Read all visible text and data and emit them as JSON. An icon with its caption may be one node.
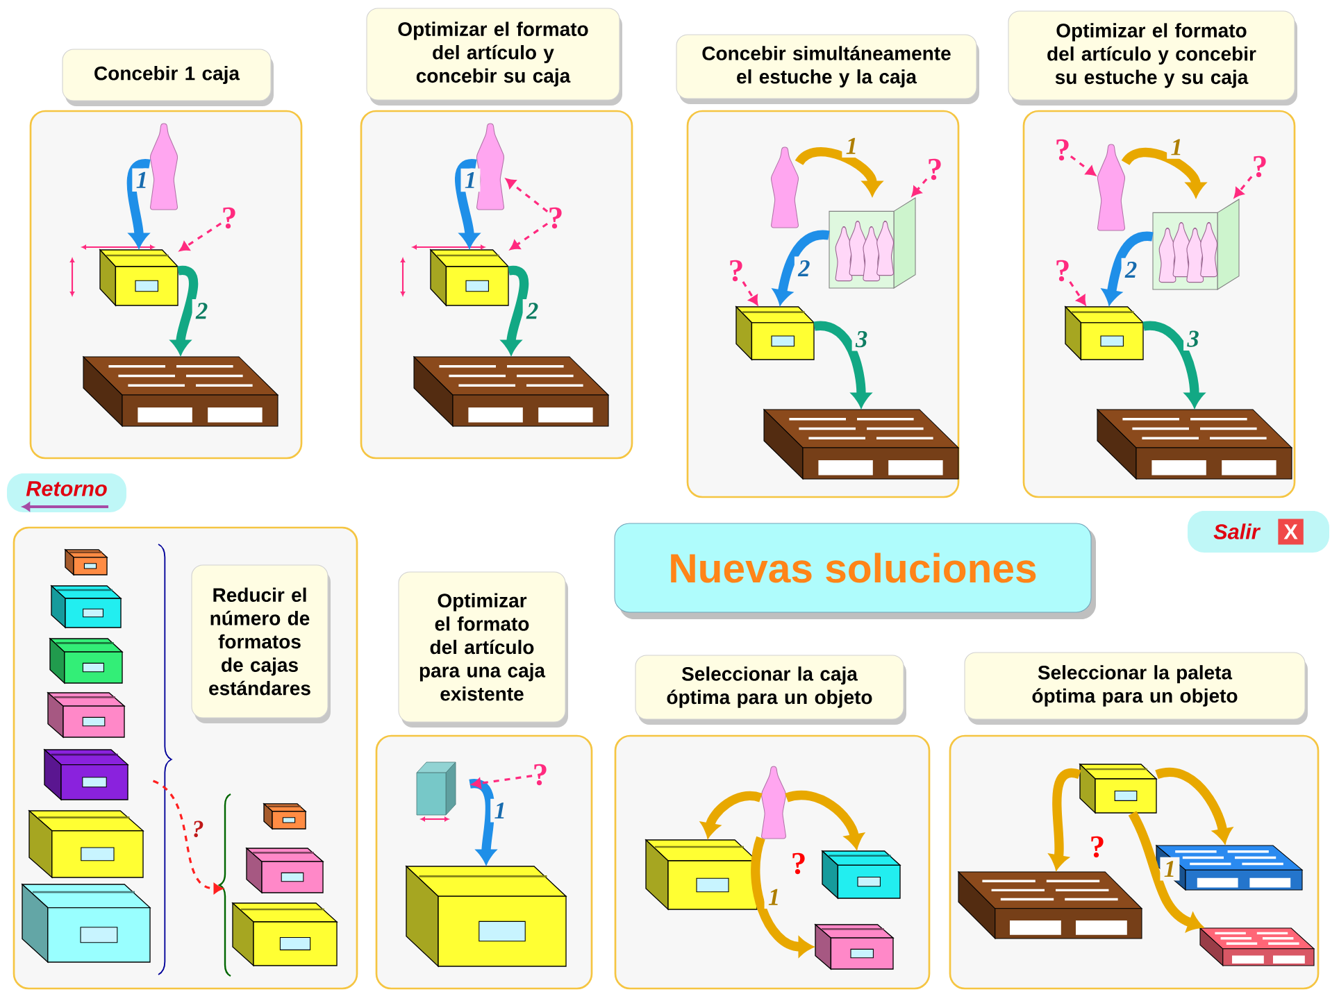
{
  "diagram": {
    "title": "Nuevas soluciones",
    "nodes": [
      {
        "text": [
          "Concebir 1 caja"
        ]
      },
      {
        "text": [],
        "shape": "box"
      },
      {
        "text": [],
        "shape": "picture",
        "in": 1
      },
      {
        "text": [],
        "shape": "picture",
        "in": 1
      },
      {
        "text": [],
        "shape": "picture",
        "in": 1
      },
      {
        "text": [
          "?"
        ],
        "in": 1
      },
      {
        "text": [
          "Optimizar el formato del artículo y concebir su caja"
        ]
      },
      {
        "text": [],
        "shape": "box"
      },
      {
        "text": [],
        "shape": "picture",
        "in": 7
      },
      {
        "text": [],
        "shape": "picture",
        "in": 7
      },
      {
        "text": [],
        "shape": "picture",
        "in": 7
      },
      {
        "text": [
          "?"
        ],
        "in": 7
      },
      {
        "text": [
          "Concebir simultáneamente el estuche y la caja"
        ]
      },
      {
        "text": [],
        "shape": "box"
      },
      {
        "text": [],
        "shape": "picture",
        "in": 13
      },
      {
        "text": [],
        "shape": "picture",
        "in": 13
      },
      {
        "text": [],
        "shape": "picture",
        "in": 13
      },
      {
        "text": [],
        "shape": "picture",
        "in": 13
      },
      {
        "text": [
          "?"
        ],
        "in": 13
      },
      {
        "text": [
          "?"
        ],
        "in": 13
      },
      {
        "text": [
          "Optimizar el formato del artículo y concebir su estuche y su caja"
        ]
      },
      {
        "text": [],
        "shape": "box"
      },
      {
        "text": [
          "?"
        ],
        "in": 21
      },
      {
        "text": [],
        "shape": "picture",
        "in": 21
      },
      {
        "text": [],
        "shape": "picture",
        "in": 21
      },
      {
        "text": [
          "?"
        ],
        "in": 21
      },
      {
        "text": [
          "?"
        ],
        "in": 21
      },
      {
        "text": [],
        "shape": "picture",
        "in": 21
      },
      {
        "text": [],
        "shape": "picture",
        "in": 21
      },
      {
        "text": [
          "Retorno"
        ]
      },
      {
        "text": [
          "Salir",
          "X"
        ]
      },
      {
        "text": [],
        "shape": "box"
      },
      {
        "text": [
          "Reducir el número de formatos de cajas estándares"
        ],
        "in": 31
      },
      {
        "text": [],
        "shape": "picture",
        "in": 31
      },
      {
        "text": [],
        "shape": "picture",
        "in": 31
      },
      {
        "text": [
          "Optimizar el formato del artículo para una caja existente"
        ]
      },
      {
        "text": [],
        "shape": "box"
      },
      {
        "text": [],
        "shape": "box",
        "in": 36
      },
      {
        "text": [
          "?"
        ],
        "in": 36
      },
      {
        "text": [],
        "shape": "picture",
        "in": 36
      },
      {
        "text": [
          "Seleccionar la caja óptima para un objeto"
        ]
      },
      {
        "text": [],
        "shape": "box"
      },
      {
        "text": [],
        "shape": "picture",
        "in": 41
      },
      {
        "text": [],
        "shape": "picture",
        "in": 41
      },
      {
        "text": [],
        "shape": "picture",
        "in": 41
      },
      {
        "text": [],
        "shape": "picture",
        "in": 41
      },
      {
        "text": [
          "Seleccionar la paleta óptima para un objeto"
        ]
      },
      {
        "text": [],
        "shape": "box"
      },
      {
        "text": [],
        "shape": "picture",
        "in": 47
      },
      {
        "text": [],
        "shape": "picture",
        "in": 47
      },
      {
        "text": [],
        "shape": "picture",
        "in": 47
      },
      {
        "text": [],
        "shape": "picture",
        "in": 47
      }
    ],
    "edges": [
      {
        "from": 2,
        "to": 3,
        "arrow": "to",
        "label": "1",
        "color": "#1f8fe8"
      },
      {
        "from": 3,
        "to": 4,
        "arrow": "to",
        "label": "2",
        "color": "#12a884"
      },
      {
        "from": 5,
        "to": 3,
        "arrow": "to",
        "style": "dashed",
        "color": "#ff2a7f"
      },
      {
        "from": 8,
        "to": 9,
        "arrow": "to",
        "label": "1",
        "color": "#1f8fe8"
      },
      {
        "from": 9,
        "to": 10,
        "arrow": "to",
        "label": "2",
        "color": "#12a884"
      },
      {
        "from": 11,
        "to": 9,
        "arrow": "to",
        "style": "dashed",
        "color": "#ff2a7f"
      },
      {
        "from": 11,
        "to": 8,
        "arrow": "to",
        "style": "dashed",
        "color": "#ff2a7f"
      },
      {
        "from": 14,
        "to": 15,
        "arrow": "to",
        "label": "1",
        "color": "#e8a800"
      },
      {
        "from": 15,
        "to": 16,
        "arrow": "to",
        "label": "2",
        "color": "#1f8fe8"
      },
      {
        "from": 16,
        "to": 17,
        "arrow": "to",
        "label": "3",
        "color": "#12a884"
      },
      {
        "from": 18,
        "to": 15,
        "arrow": "to",
        "style": "dashed",
        "color": "#ff2a7f"
      },
      {
        "from": 19,
        "to": 16,
        "arrow": "to",
        "style": "dashed",
        "color": "#ff2a7f"
      },
      {
        "from": 23,
        "to": 24,
        "arrow": "to",
        "label": "1",
        "color": "#e8a800"
      },
      {
        "from": 24,
        "to": 27,
        "arrow": "to",
        "label": "2",
        "color": "#1f8fe8"
      },
      {
        "from": 27,
        "to": 28,
        "arrow": "to",
        "label": "3",
        "color": "#12a884"
      },
      {
        "from": 22,
        "to": 23,
        "arrow": "to",
        "style": "dashed",
        "color": "#ff2a7f"
      },
      {
        "from": 25,
        "to": 24,
        "arrow": "to",
        "style": "dashed",
        "color": "#ff2a7f"
      },
      {
        "from": 26,
        "to": 27,
        "arrow": "to",
        "style": "dashed",
        "color": "#ff2a7f"
      },
      {
        "from": 33,
        "to": 34,
        "arrow": "to",
        "label": "?",
        "style": "dashed",
        "color": "#ff2020"
      },
      {
        "from": 37,
        "to": 39,
        "arrow": "to",
        "label": "1",
        "color": "#1f8fe8"
      },
      {
        "from": 38,
        "to": 37,
        "arrow": "to",
        "style": "dashed",
        "color": "#ff2a7f"
      },
      {
        "from": 42,
        "to": 43,
        "arrow": "to",
        "color": "#e8a800"
      },
      {
        "from": 42,
        "to": 44,
        "arrow": "to",
        "color": "#e8a800"
      },
      {
        "from": 42,
        "to": 45,
        "arrow": "to",
        "label": "1",
        "color": "#e8a800"
      },
      {
        "from": 48,
        "to": 49,
        "arrow": "to",
        "color": "#e8a800"
      },
      {
        "from": 48,
        "to": 50,
        "arrow": "to",
        "color": "#e8a800"
      },
      {
        "from": 48,
        "to": 51,
        "arrow": "to",
        "label": "1",
        "color": "#e8a800"
      }
    ],
    "labels": [
      "?",
      "?"
    ]
  }
}
